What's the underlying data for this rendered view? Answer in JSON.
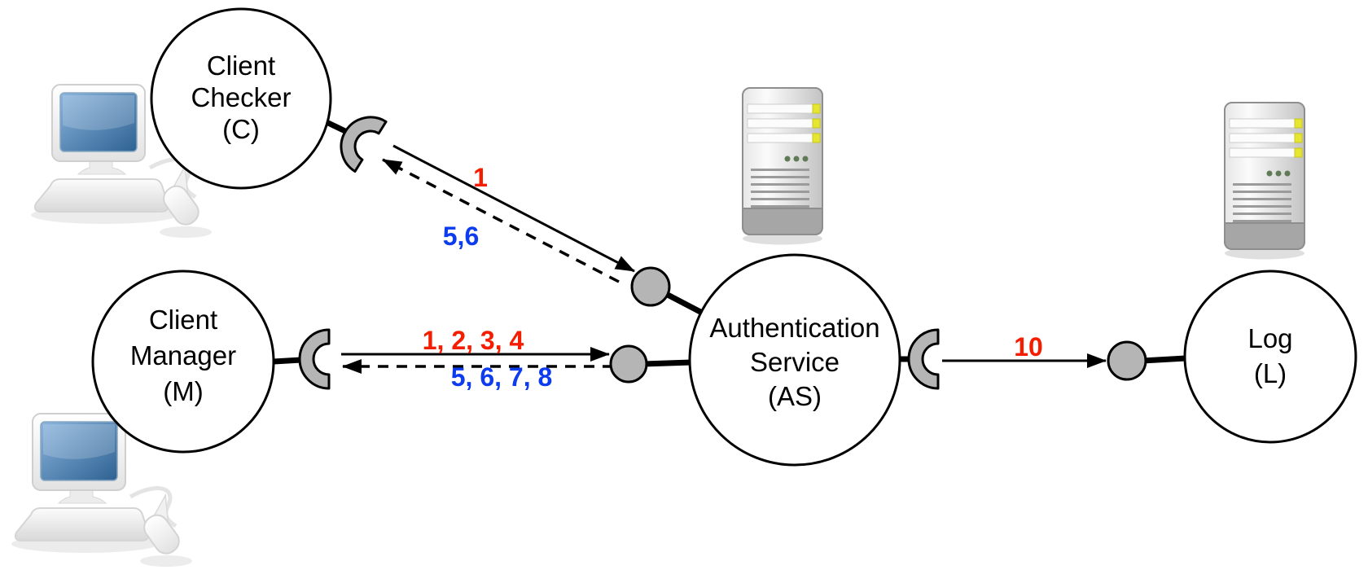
{
  "diagram": {
    "colors": {
      "background": "#ffffff",
      "node_fill": "#ffffff",
      "outline": "#000000",
      "connector_fill": "#b5b5b5",
      "request_label": "#f51d00",
      "response_label": "#0c3cee"
    },
    "nodes": {
      "client_checker": {
        "line1": "Client",
        "line2": "Checker",
        "line3": "(C)"
      },
      "client_manager": {
        "line1": "Client",
        "line2": "Manager",
        "line3": "(M)"
      },
      "auth_service": {
        "line1": "Authentication",
        "line2": "Service",
        "line3": "(AS)"
      },
      "log": {
        "line1": "Log",
        "line2": "(L)"
      }
    },
    "edges": {
      "checker_request": {
        "label": "1"
      },
      "checker_response": {
        "label": "5,6"
      },
      "manager_request": {
        "label": "1, 2, 3, 4"
      },
      "manager_response": {
        "label": "5, 6, 7, 8"
      },
      "log_write": {
        "label": "10"
      }
    },
    "icons": {
      "client_checker_workstation": "computer-icon",
      "client_manager_workstation": "computer-icon",
      "auth_service_host": "server-icon",
      "log_host": "server-icon"
    }
  }
}
